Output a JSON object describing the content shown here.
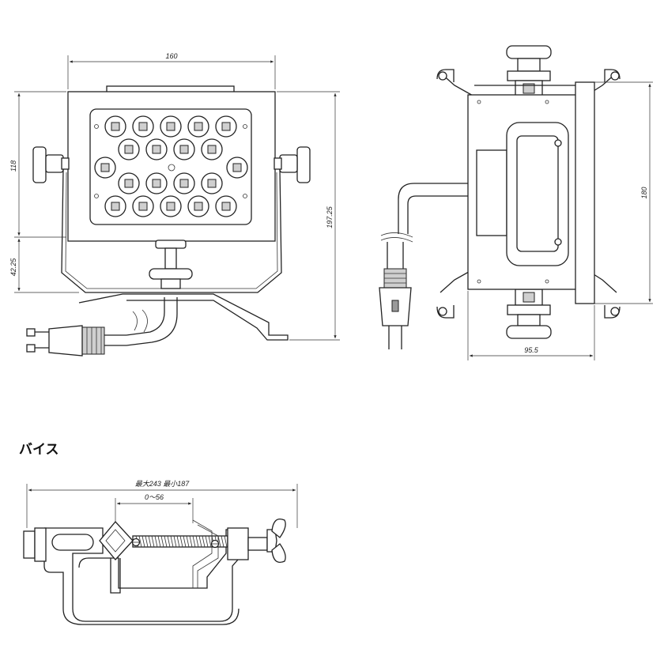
{
  "front_view": {
    "dim_width": "160",
    "dim_height_panel": "118",
    "dim_height_total": "197.25",
    "dim_base": "42.25"
  },
  "side_view": {
    "dim_height": "180",
    "dim_depth": "95.5"
  },
  "vise": {
    "heading": "バイス",
    "dim_range": "最大243 最小187",
    "dim_jaw": "0～56"
  },
  "colors": {
    "line": "#222222",
    "shade": "#cfcfcf"
  }
}
